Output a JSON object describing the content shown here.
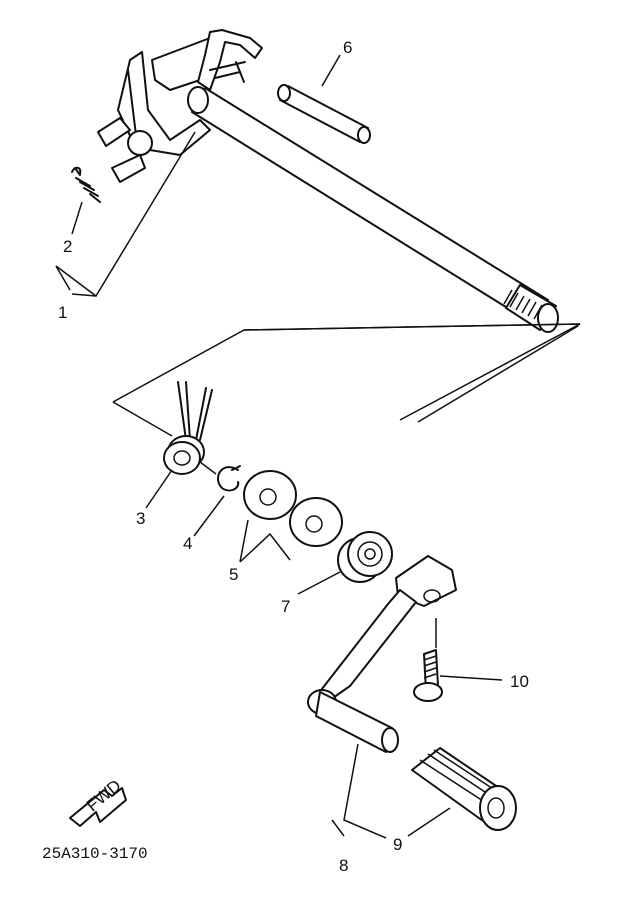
{
  "labels": {
    "p1": "1",
    "p2": "2",
    "p3": "3",
    "p4": "4",
    "p5": "5",
    "p6": "6",
    "p7": "7",
    "p8": "8",
    "p9": "9",
    "p10": "10"
  },
  "fwd_arrow": "FWD",
  "drawing_code": "25A310-3170"
}
